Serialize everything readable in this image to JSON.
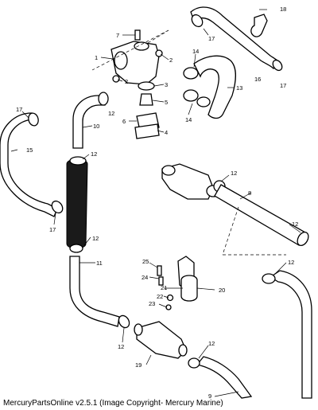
{
  "caption": "MercuryPartsOnline v2.5.1 (Image Copyright- Mercury Marine)",
  "callouts": {
    "c1": "1",
    "c2a": "2",
    "c2b": "2",
    "c3": "3",
    "c4": "4",
    "c5": "5",
    "c6": "6",
    "c7": "7",
    "c8": "8",
    "c9": "9",
    "c10": "10",
    "c11": "11",
    "c12a": "12",
    "c12b": "12",
    "c12c": "12",
    "c12d": "12",
    "c12e": "12",
    "c12f": "12",
    "c12g": "12",
    "c12h": "12",
    "c13": "13",
    "c14a": "14",
    "c14b": "14",
    "c15": "15",
    "c16": "16",
    "c17a": "17",
    "c17b": "17",
    "c17c": "17",
    "c17d": "17",
    "c18": "18",
    "c19": "19",
    "c20": "20",
    "c21": "21",
    "c22": "22",
    "c23": "23",
    "c24": "24",
    "c25": "25"
  }
}
